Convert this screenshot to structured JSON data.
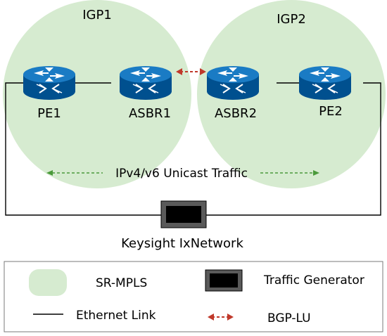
{
  "domains": [
    {
      "label": "IGP1"
    },
    {
      "label": "IGP2"
    }
  ],
  "routers": [
    {
      "label": "PE1"
    },
    {
      "label": "ASBR1"
    },
    {
      "label": "ASBR2"
    },
    {
      "label": "PE2"
    }
  ],
  "traffic": {
    "label": "IPv4/v6 Unicast Traffic"
  },
  "generator": {
    "label": "Keysight IxNetwork"
  },
  "legend": {
    "sr_mpls": "SR-MPLS",
    "traffic_generator": "Traffic Generator",
    "ethernet_link": "Ethernet Link",
    "bgp_lu": "BGP-LU"
  },
  "colors": {
    "domain_fill": "#d6ebd0",
    "router_fill": "#0066b3",
    "traffic_arrow": "#4a9a3a",
    "bgp_arrow": "#c0392b"
  }
}
